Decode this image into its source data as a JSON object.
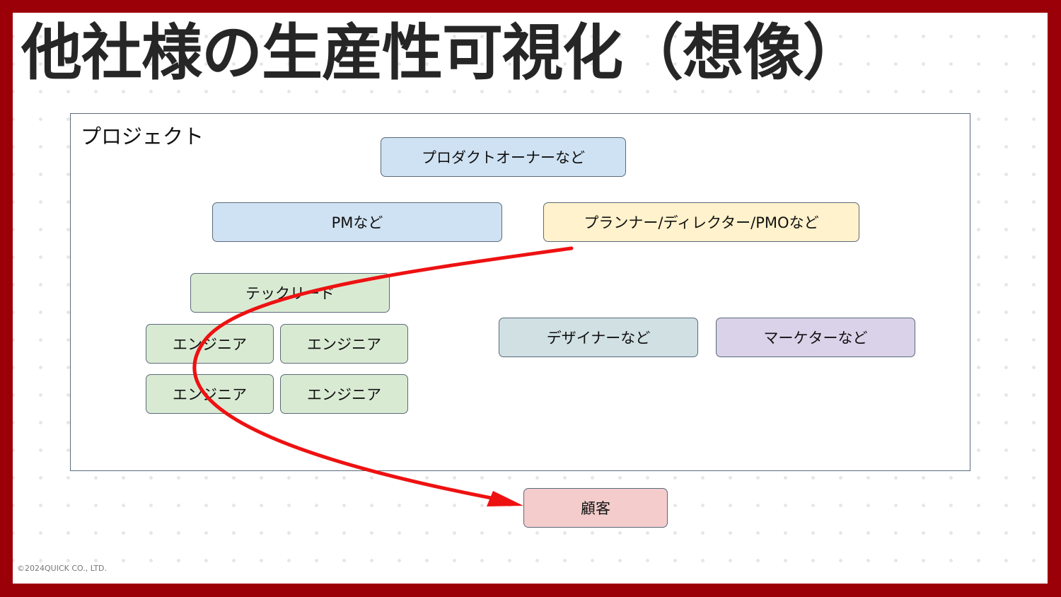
{
  "title": "他社様の生産性可視化（想像）",
  "project": {
    "label": "プロジェクト"
  },
  "roles": {
    "product_owner": "プロダクトオーナーなど",
    "pm": "PMなど",
    "planner": "プランナー/ディレクター/PMOなど",
    "tech_lead": "テックリード",
    "engineers": [
      "エンジニア",
      "エンジニア",
      "エンジニア",
      "エンジニア"
    ],
    "designer": "デザイナーなど",
    "marketer": "マーケターなど",
    "customer": "顧客"
  },
  "arrow_color": "#ee1111",
  "frame_color": "#9b0008",
  "copyright": "©2024QUICK CO., LTD."
}
